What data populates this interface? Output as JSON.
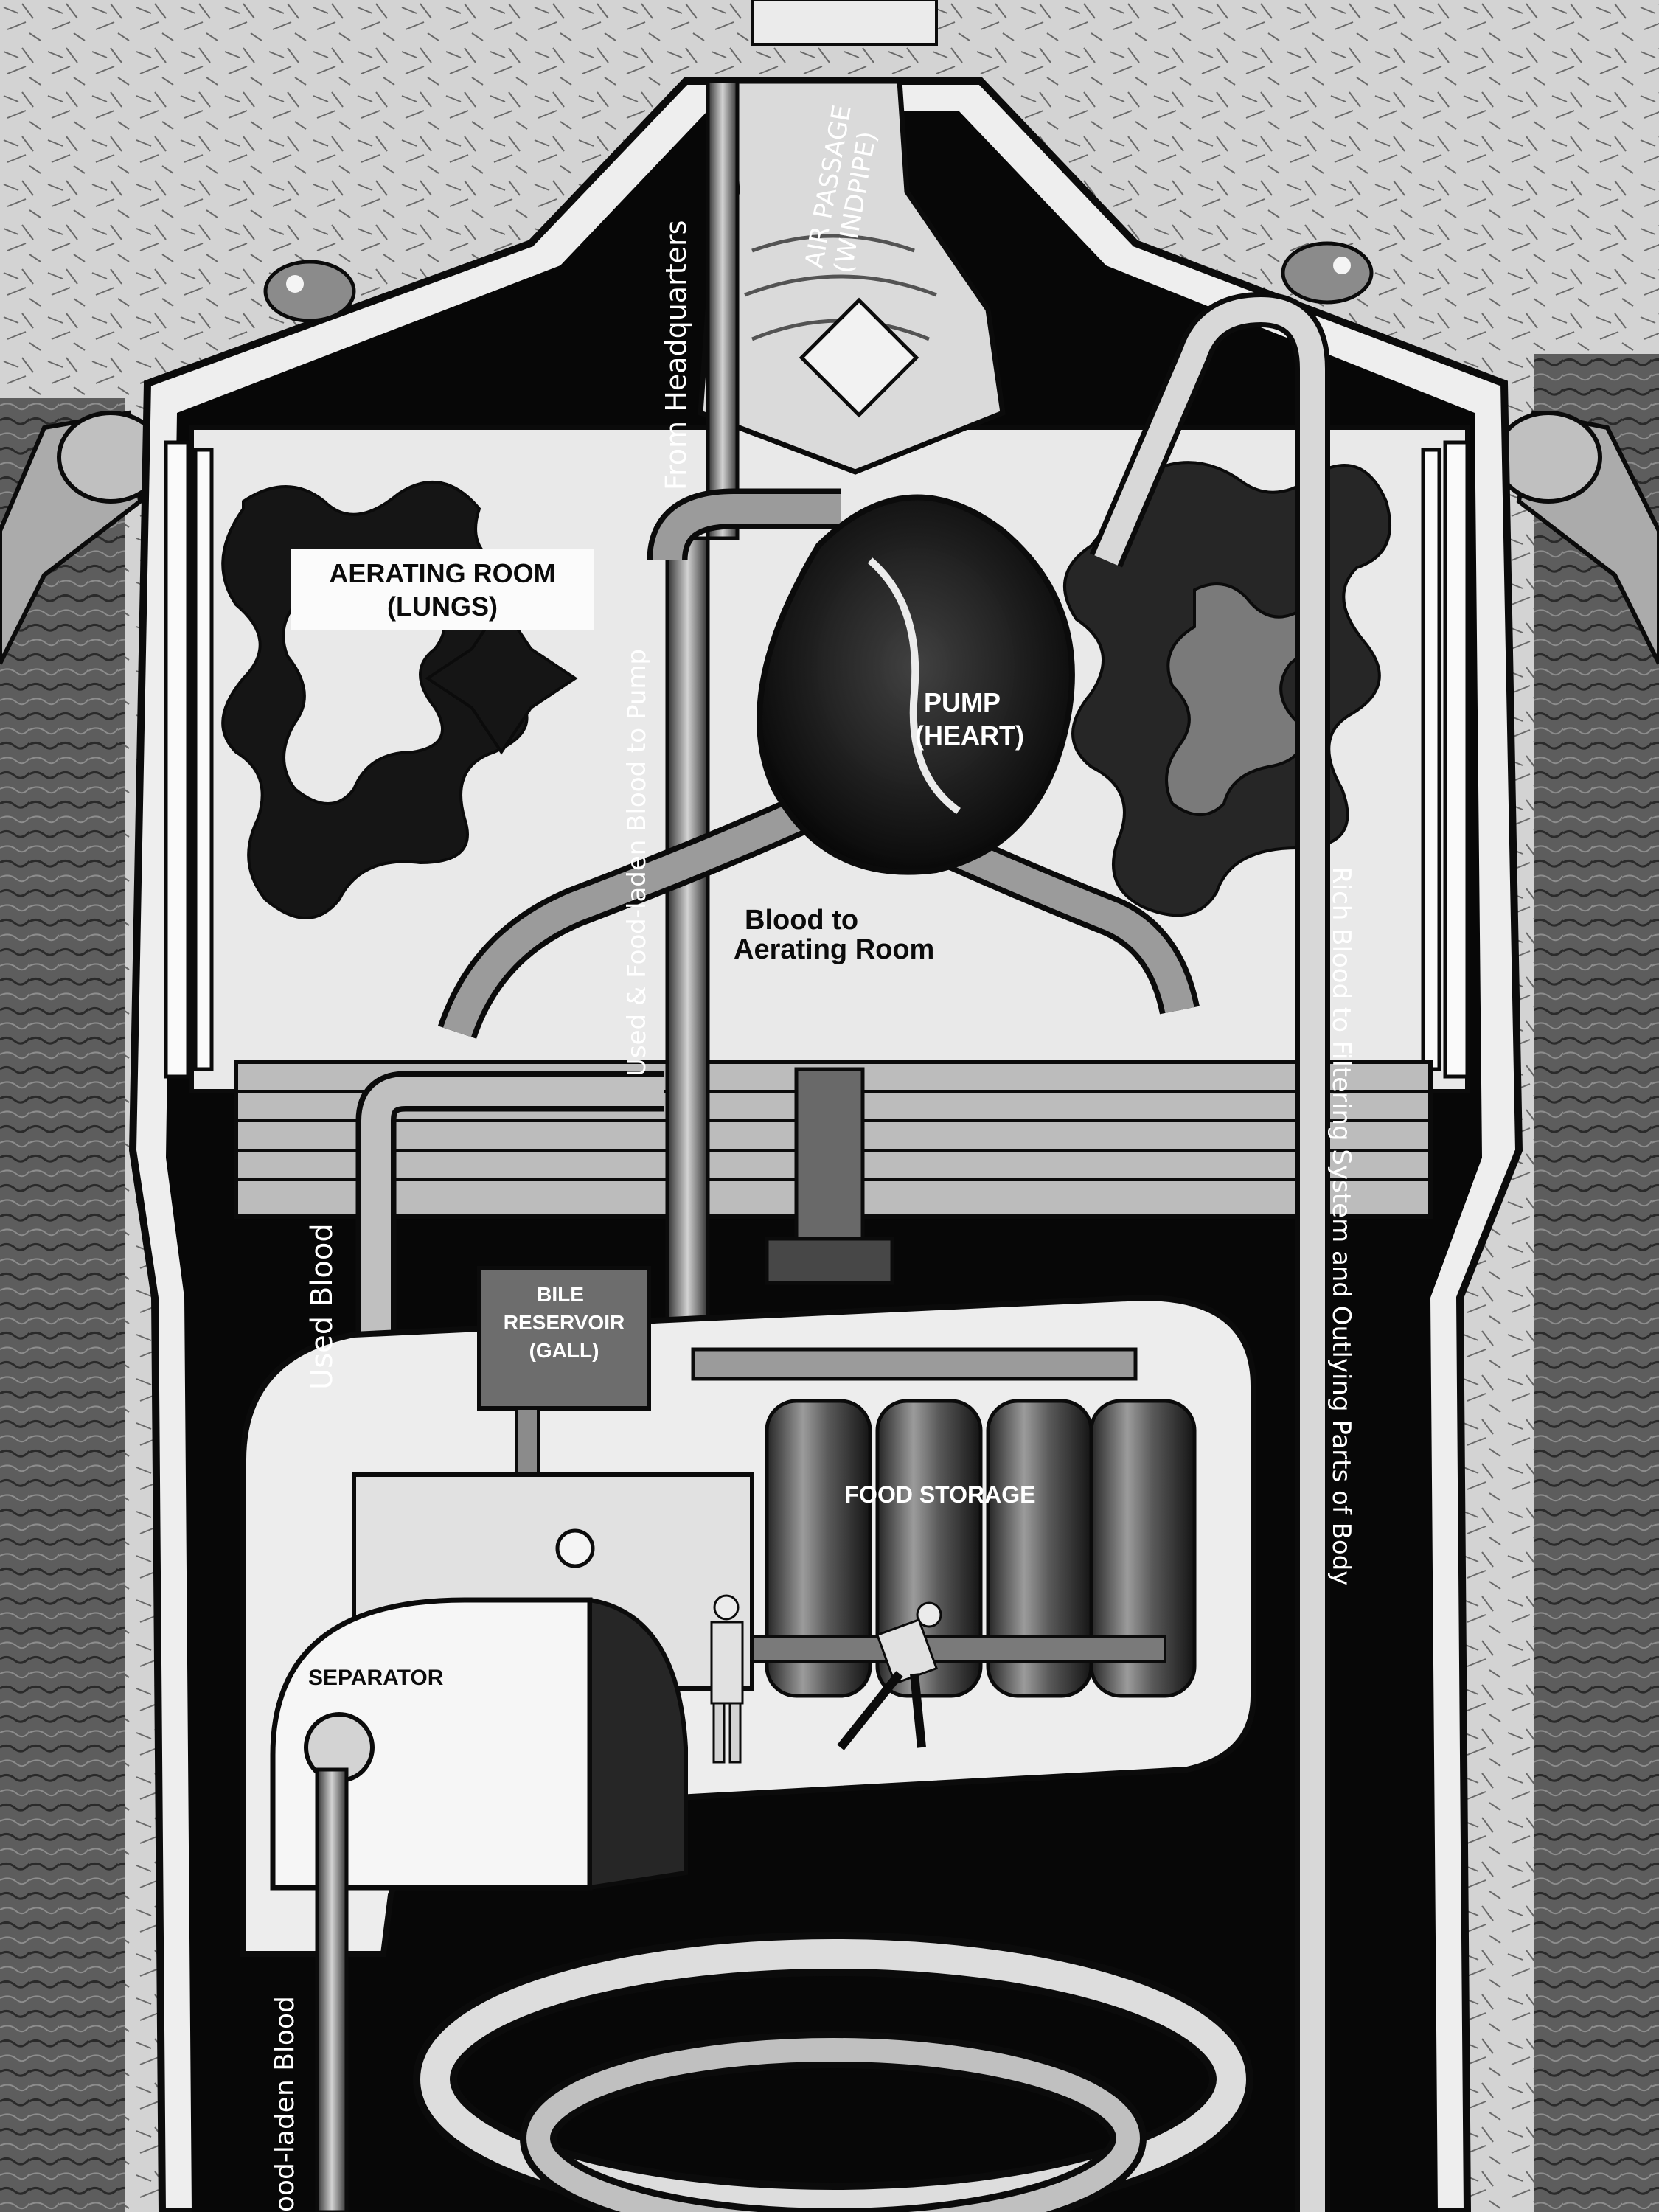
{
  "labels": {
    "air_passage_line1": "AIR PASSAGE",
    "air_passage_line2": "(WINDPIPE)",
    "from_headquarters": "From Headquarters",
    "aerating_room_line1": "AERATING ROOM",
    "aerating_room_line2": "(LUNGS)",
    "pump_line1": "PUMP",
    "pump_line2": "(HEART)",
    "used_food_laden_blood": "Used & Food-laden Blood to Pump",
    "blood_to_line1": "Blood to",
    "blood_to_line2": "Aerating Room",
    "rich_blood": "Rich Blood to Filtering System and Outlying Parts of Body",
    "used_blood": "Used Blood",
    "bile_line1": "BILE",
    "bile_line2": "RESERVOIR",
    "bile_line3": "(GALL)",
    "food_storage": "FOOD STORAGE",
    "separator": "SEPARATOR",
    "food_laden_blood": "ood-laden Blood"
  },
  "colors": {
    "paper": "#d2d2d2",
    "ink": "#111111",
    "light": "#f2f2f2",
    "mid": "#8a8a8a"
  }
}
